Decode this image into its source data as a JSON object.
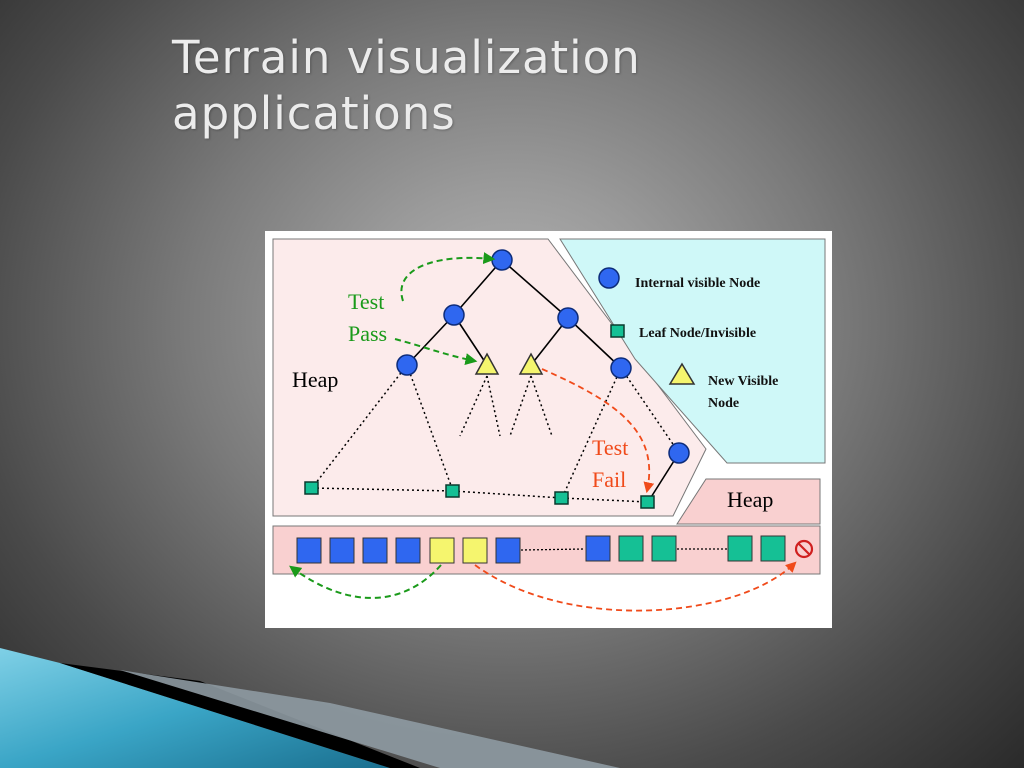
{
  "slide": {
    "title_line1": "Terrain visualization",
    "title_line2": "applications"
  },
  "diagram": {
    "heap_tree_label": "Heap",
    "heap_array_label": "Heap",
    "test_pass_line1": "Test",
    "test_pass_line2": "Pass",
    "test_fail_line1": "Test",
    "test_fail_line2": "Fail",
    "legend": {
      "internal": "Internal visible Node",
      "leaf": "Leaf Node/Invisible",
      "new_line1": "New Visible",
      "new_line2": "Node"
    }
  },
  "colors": {
    "internal_node": "#2f67f0",
    "leaf_node": "#15c095",
    "new_visible_node": "#f5f56e",
    "pass_arrow": "#1a9a1a",
    "fail_arrow": "#f04a1a",
    "heap_region": "#fcebeb",
    "legend_region": "#cff8f8"
  }
}
